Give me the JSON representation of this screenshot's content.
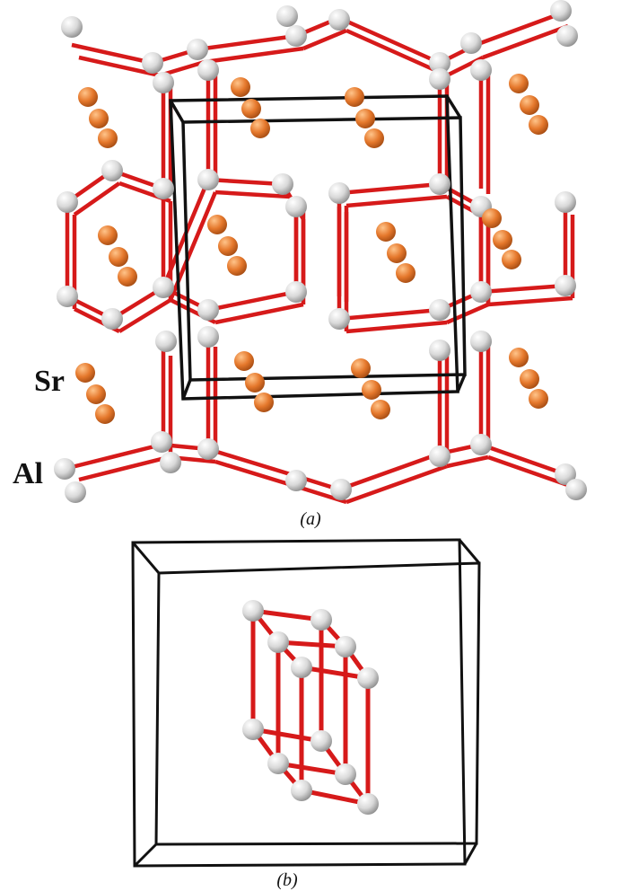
{
  "labels": {
    "sr": "Sr",
    "al": "Al"
  },
  "captions": {
    "a": "(a)",
    "b": "(b)"
  },
  "colors": {
    "bond": "#d61a1a",
    "al_atom": "#e6e6e6",
    "sr_atom": "#e57f33",
    "cell": "#111111"
  }
}
